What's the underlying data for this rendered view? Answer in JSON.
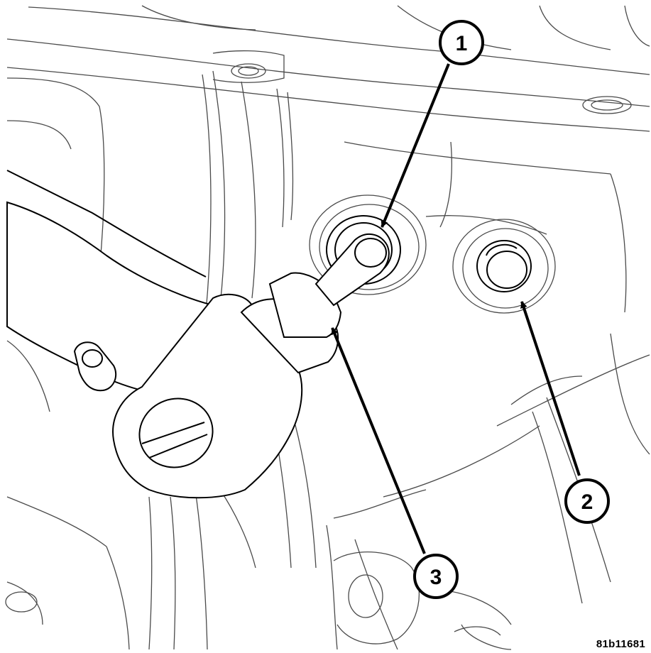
{
  "callouts": {
    "one": "1",
    "two": "2",
    "three": "3"
  },
  "figure_id": "81b11681",
  "colors": {
    "line": "#000000",
    "thin_line": "#4a4a4a",
    "background": "#ffffff"
  }
}
